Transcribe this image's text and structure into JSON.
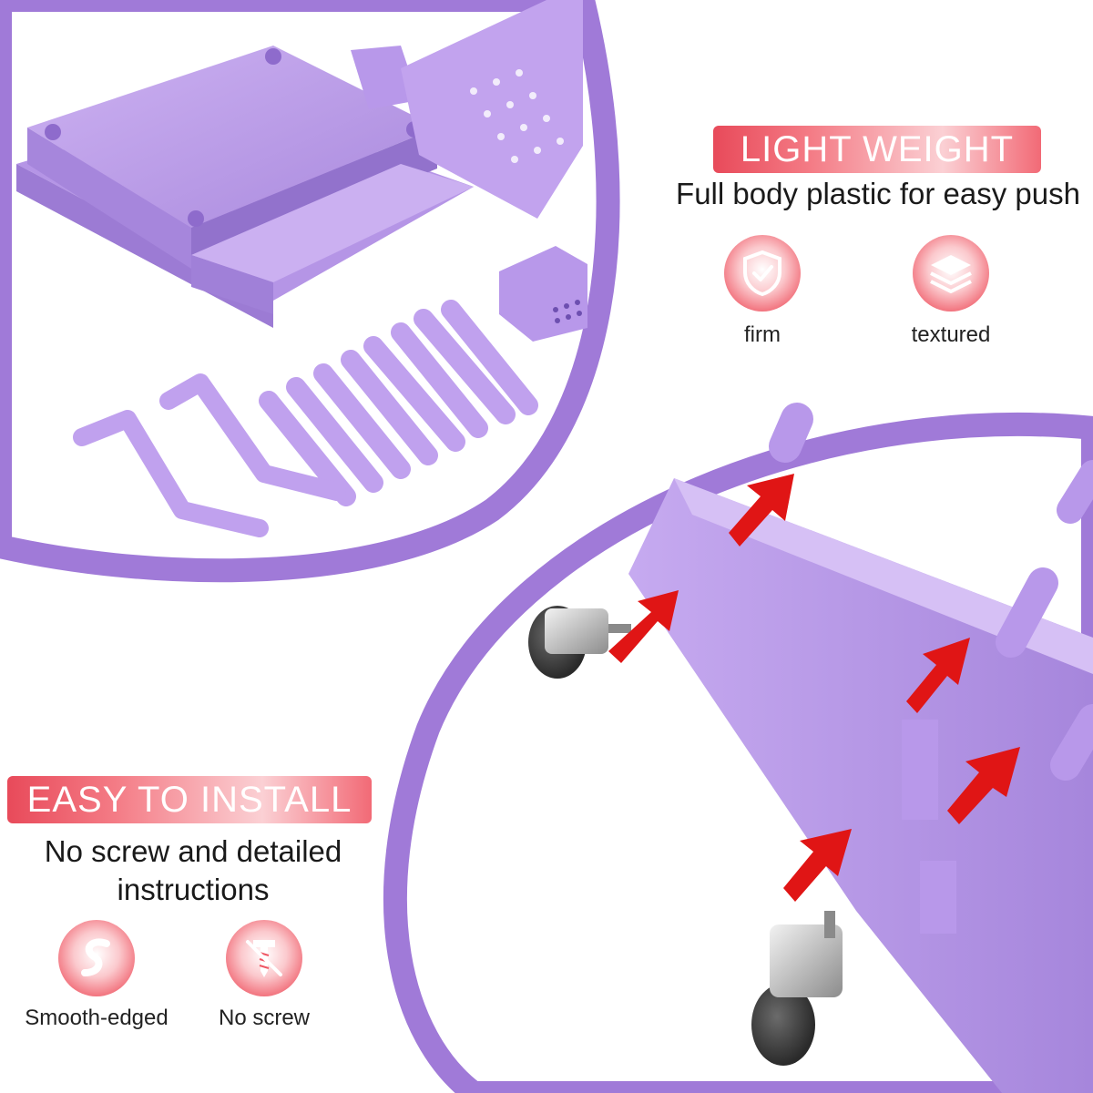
{
  "top_section": {
    "heading": "LIGHT WEIGHT",
    "subtitle": "Full body plastic for easy push",
    "features": [
      {
        "label": "firm",
        "icon": "shield-check-icon"
      },
      {
        "label": "textured",
        "icon": "layers-icon"
      }
    ]
  },
  "bottom_section": {
    "heading": "EASY TO INSTALL",
    "subtitle_line1": "No screw and detailed",
    "subtitle_line2": "instructions",
    "features": [
      {
        "label": "Smooth-edged",
        "icon": "smooth-curve-icon"
      },
      {
        "label": "No screw",
        "icon": "no-screw-icon"
      }
    ]
  },
  "colors": {
    "accent_purple": "#a07ad8",
    "product_purple": "#c3a5ee",
    "banner_red": "#ef5764",
    "arrow_red": "#e01515"
  }
}
